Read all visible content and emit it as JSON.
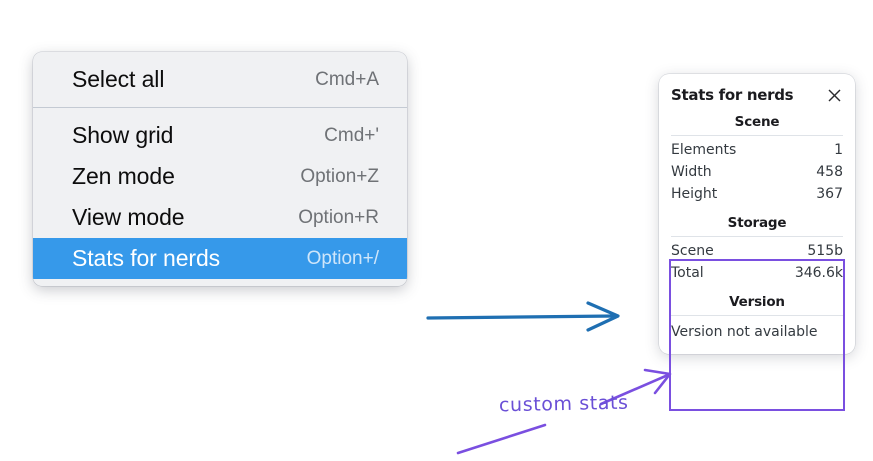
{
  "context_menu": {
    "groups": [
      {
        "items": [
          {
            "label": "Select all",
            "shortcut": "Cmd+A",
            "selected": false
          }
        ]
      },
      {
        "items": [
          {
            "label": "Show grid",
            "shortcut": "Cmd+'",
            "selected": false
          },
          {
            "label": "Zen mode",
            "shortcut": "Option+Z",
            "selected": false
          },
          {
            "label": "View mode",
            "shortcut": "Option+R",
            "selected": false
          },
          {
            "label": "Stats for nerds",
            "shortcut": "Option+/",
            "selected": true
          }
        ]
      }
    ]
  },
  "stats_panel": {
    "title": "Stats for nerds",
    "close_icon": "close-icon",
    "sections": [
      {
        "heading": "Scene",
        "rows": [
          {
            "key": "Elements",
            "value": "1"
          },
          {
            "key": "Width",
            "value": "458"
          },
          {
            "key": "Height",
            "value": "367"
          }
        ]
      },
      {
        "heading": "Storage",
        "rows": [
          {
            "key": "Scene",
            "value": "515b"
          },
          {
            "key": "Total",
            "value": "346.6k"
          }
        ]
      },
      {
        "heading": "Version",
        "note": "Version not available"
      }
    ]
  },
  "annotations": {
    "handwritten_label": "custom stats",
    "arrow_blue_color": "#1f6fb2",
    "arrow_purple_color": "#7a4fe0",
    "outline_color": "#7a4fe0"
  },
  "theme": {
    "menu_background": "#f0f1f3",
    "menu_highlight": "#3699ea",
    "panel_background": "#ffffff",
    "page_background": "#ffffff"
  }
}
